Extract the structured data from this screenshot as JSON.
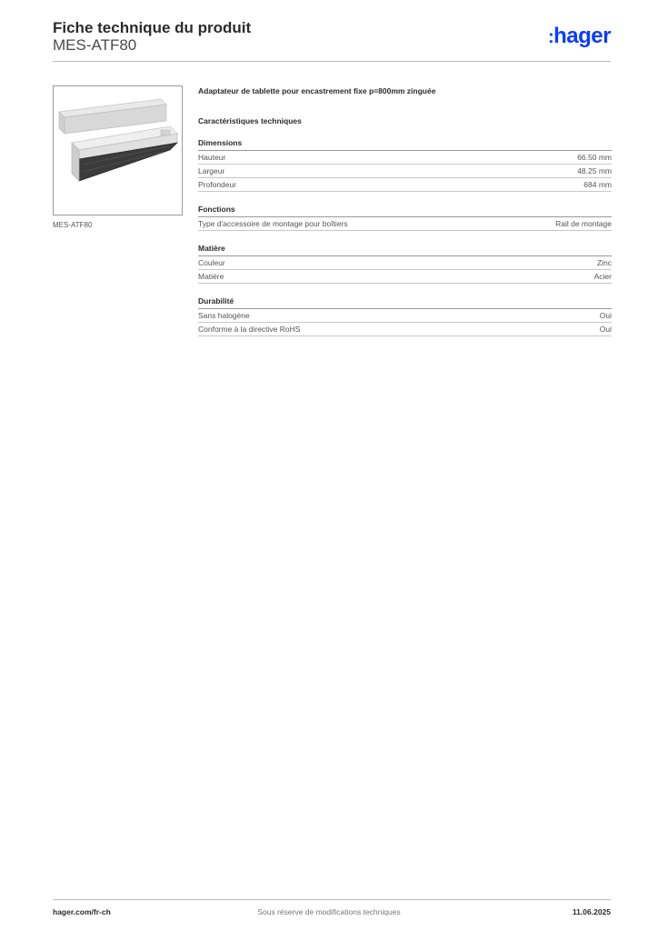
{
  "header": {
    "title": "Fiche technique du produit",
    "reference": "MES-ATF80",
    "logo_dots": ":",
    "logo_text": "hager"
  },
  "product": {
    "image_caption": "MES-ATF80",
    "description": "Adaptateur de tablette pour encastrement fixe p=800mm zinguée"
  },
  "specs": {
    "title": "Caractéristiques techniques",
    "groups": [
      {
        "title": "Dimensions",
        "rows": [
          {
            "label": "Hauteur",
            "value": "66.50 mm"
          },
          {
            "label": "Largeur",
            "value": "48.25 mm"
          },
          {
            "label": "Profondeur",
            "value": "684 mm"
          }
        ]
      },
      {
        "title": "Fonctions",
        "rows": [
          {
            "label": "Type d'accessoire de montage pour boîtiers",
            "value": "Rail de montage"
          }
        ]
      },
      {
        "title": "Matière",
        "rows": [
          {
            "label": "Couleur",
            "value": "Zinc"
          },
          {
            "label": "Matière",
            "value": "Acier"
          }
        ]
      },
      {
        "title": "Durabilité",
        "rows": [
          {
            "label": "Sans halogène",
            "value": "Oui"
          },
          {
            "label": "Conforme à la directive RoHS",
            "value": "Oui"
          }
        ]
      }
    ]
  },
  "footer": {
    "website": "hager.com/fr-ch",
    "notice": "Sous réserve de modifications techniques",
    "date": "11.06.2025"
  },
  "colors": {
    "brand": "#0a3cff"
  }
}
